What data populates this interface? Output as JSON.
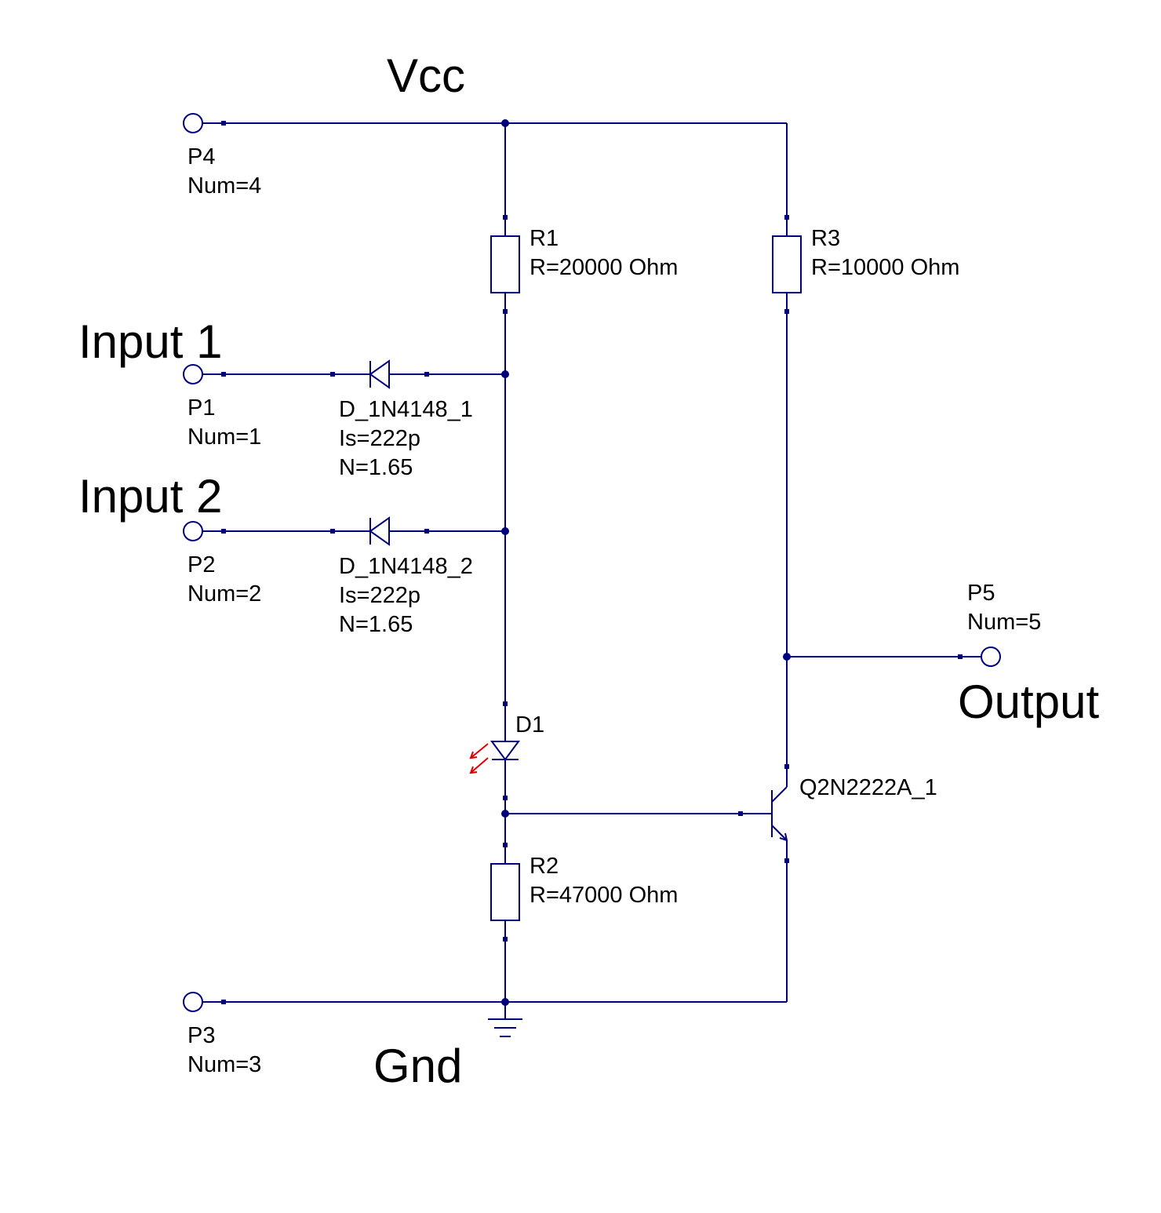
{
  "net_labels": {
    "vcc": "Vcc",
    "gnd": "Gnd",
    "input1": "Input 1",
    "input2": "Input 2",
    "output": "Output"
  },
  "ports": {
    "p4": {
      "name": "P4",
      "num": "Num=4"
    },
    "p1": {
      "name": "P1",
      "num": "Num=1"
    },
    "p2": {
      "name": "P2",
      "num": "Num=2"
    },
    "p3": {
      "name": "P3",
      "num": "Num=3"
    },
    "p5": {
      "name": "P5",
      "num": "Num=5"
    }
  },
  "components": {
    "r1": {
      "name": "R1",
      "value": "R=20000 Ohm"
    },
    "r2": {
      "name": "R2",
      "value": "R=47000 Ohm"
    },
    "r3": {
      "name": "R3",
      "value": "R=10000 Ohm"
    },
    "d_1": {
      "name": "D_1N4148_1",
      "is": "Is=222p",
      "n": "N=1.65"
    },
    "d_2": {
      "name": "D_1N4148_2",
      "is": "Is=222p",
      "n": "N=1.65"
    },
    "d1": {
      "name": "D1"
    },
    "q1": {
      "name": "Q2N2222A_1"
    }
  },
  "colors": {
    "wire": "#00007f",
    "text": "#000000",
    "led_arrows": "#e00000",
    "background": "#ffffff"
  }
}
